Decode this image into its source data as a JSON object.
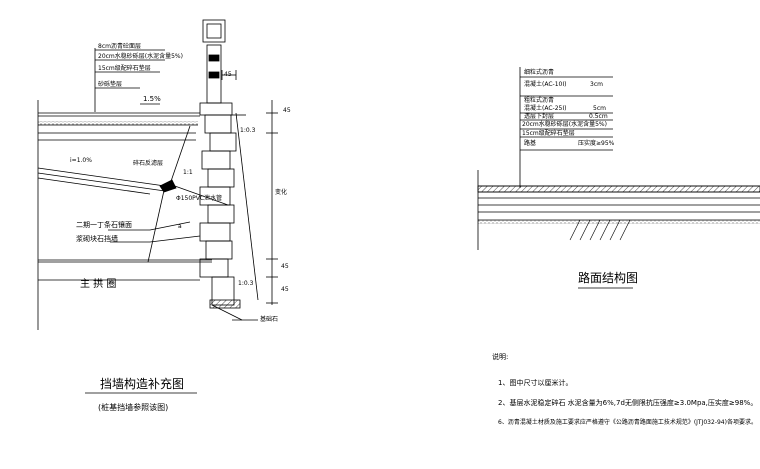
{
  "left_drawing": {
    "title": "挡墙构造补充图",
    "subtitle": "(桩基挡墙参照该图)",
    "layer_labels": [
      "8cm沥青砼面层",
      "20cm水稳砂砾层(水泥含量5%)",
      "15cm级配碎石垫层",
      "砂砾垫层"
    ],
    "crossfall": "1.5%",
    "slope_label": "i=1.0%",
    "filter_label": "碎石反滤层",
    "pipe_label": "Φ150PVC泄水管",
    "wall_label_1": "二期一丁条石镶面",
    "wall_label_2": "浆砌块石挡墙",
    "arch_label": "主 拱 圈",
    "dim_top": "45",
    "dim_right_1": "45",
    "dim_right_2": "变化",
    "dim_right_3": "45",
    "dim_right_4": "45",
    "ratio_1": "1:0.3",
    "ratio_2": "1:0.3",
    "callout_1": "1:1",
    "callout_2": "a",
    "bottom_label": "基础石"
  },
  "right_drawing": {
    "title": "路面结构图",
    "layers": [
      {
        "name": "细粒式沥青",
        "value": ""
      },
      {
        "name": "混凝土(AC-10I)",
        "value": "3cm"
      },
      {
        "name": "粗粒式沥青",
        "value": ""
      },
      {
        "name": "混凝土(AC-25I)",
        "value": "5cm"
      },
      {
        "name": "透层下封层",
        "value": "0.5cm"
      },
      {
        "name": "20cm水稳砂砾层(水泥含量5%)",
        "value": ""
      },
      {
        "name": "15cm级配碎石垫层",
        "value": ""
      },
      {
        "name": "路基",
        "value": "压实度≥95%"
      }
    ]
  },
  "notes": {
    "heading": "说明:",
    "items": [
      "1、图中尺寸以厘米计。",
      "2、基层水泥稳定碎石    水泥含量为6%,7d无侧限抗压强度≥3.0Mpa,压实度≥98%。",
      "6、沥青混凝土材质及施工要求应严格遵守《公路沥青路面施工技术规范》(JTJ032-94)各项要求。"
    ]
  }
}
